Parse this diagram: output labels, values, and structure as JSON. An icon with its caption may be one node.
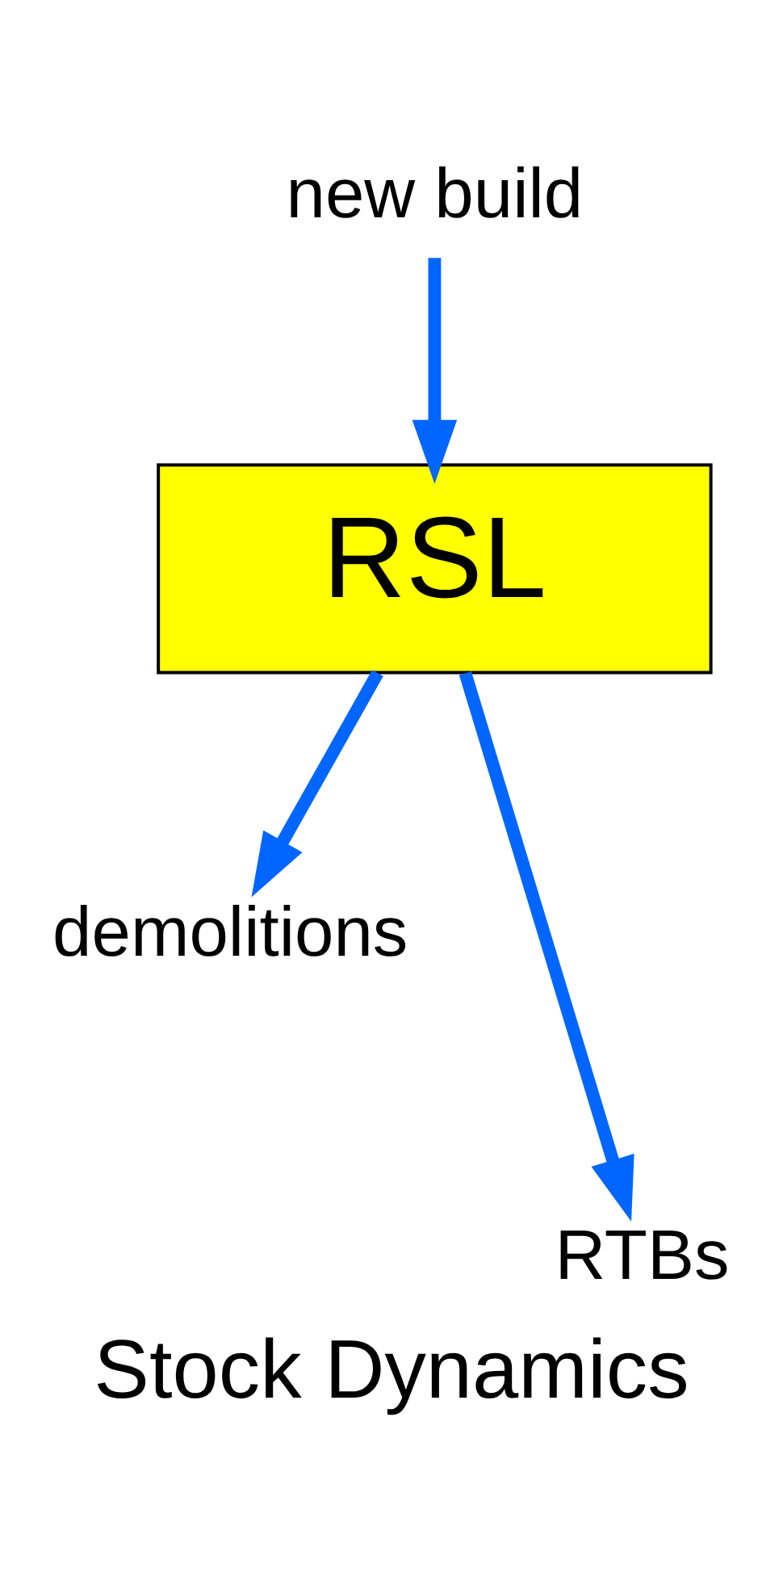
{
  "diagram": {
    "caption": "Stock Dynamics",
    "nodes": [
      {
        "text": [
          "new build"
        ]
      },
      {
        "text": [
          "RSL"
        ]
      },
      {
        "text": [
          "demolitions"
        ]
      },
      {
        "text": [
          "RTBs"
        ]
      }
    ],
    "edges": [
      {
        "from": 0,
        "to": 1,
        "arrow": "to"
      },
      {
        "from": 1,
        "to": 2,
        "arrow": "to"
      },
      {
        "from": 1,
        "to": 3,
        "arrow": "to"
      }
    ]
  }
}
